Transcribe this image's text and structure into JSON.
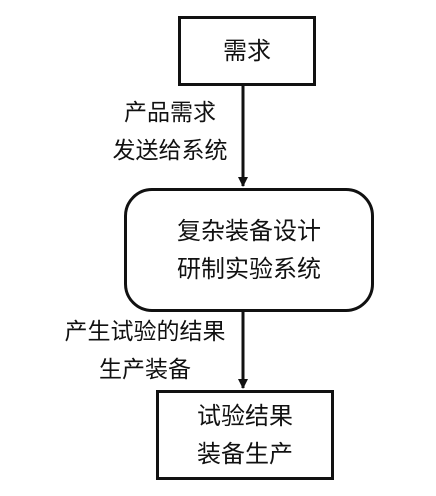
{
  "nodes": {
    "demand": {
      "lines": [
        "需求"
      ]
    },
    "system": {
      "lines": [
        "复杂装备设计",
        "研制实验系统"
      ]
    },
    "production": {
      "lines": [
        "试验结果",
        "装备生产"
      ]
    }
  },
  "edges": {
    "demand_to_system": {
      "lines": [
        "产品需求",
        "发送给系统"
      ]
    },
    "system_to_production": {
      "lines": [
        "产生试验的结果",
        "生产装备"
      ]
    }
  }
}
